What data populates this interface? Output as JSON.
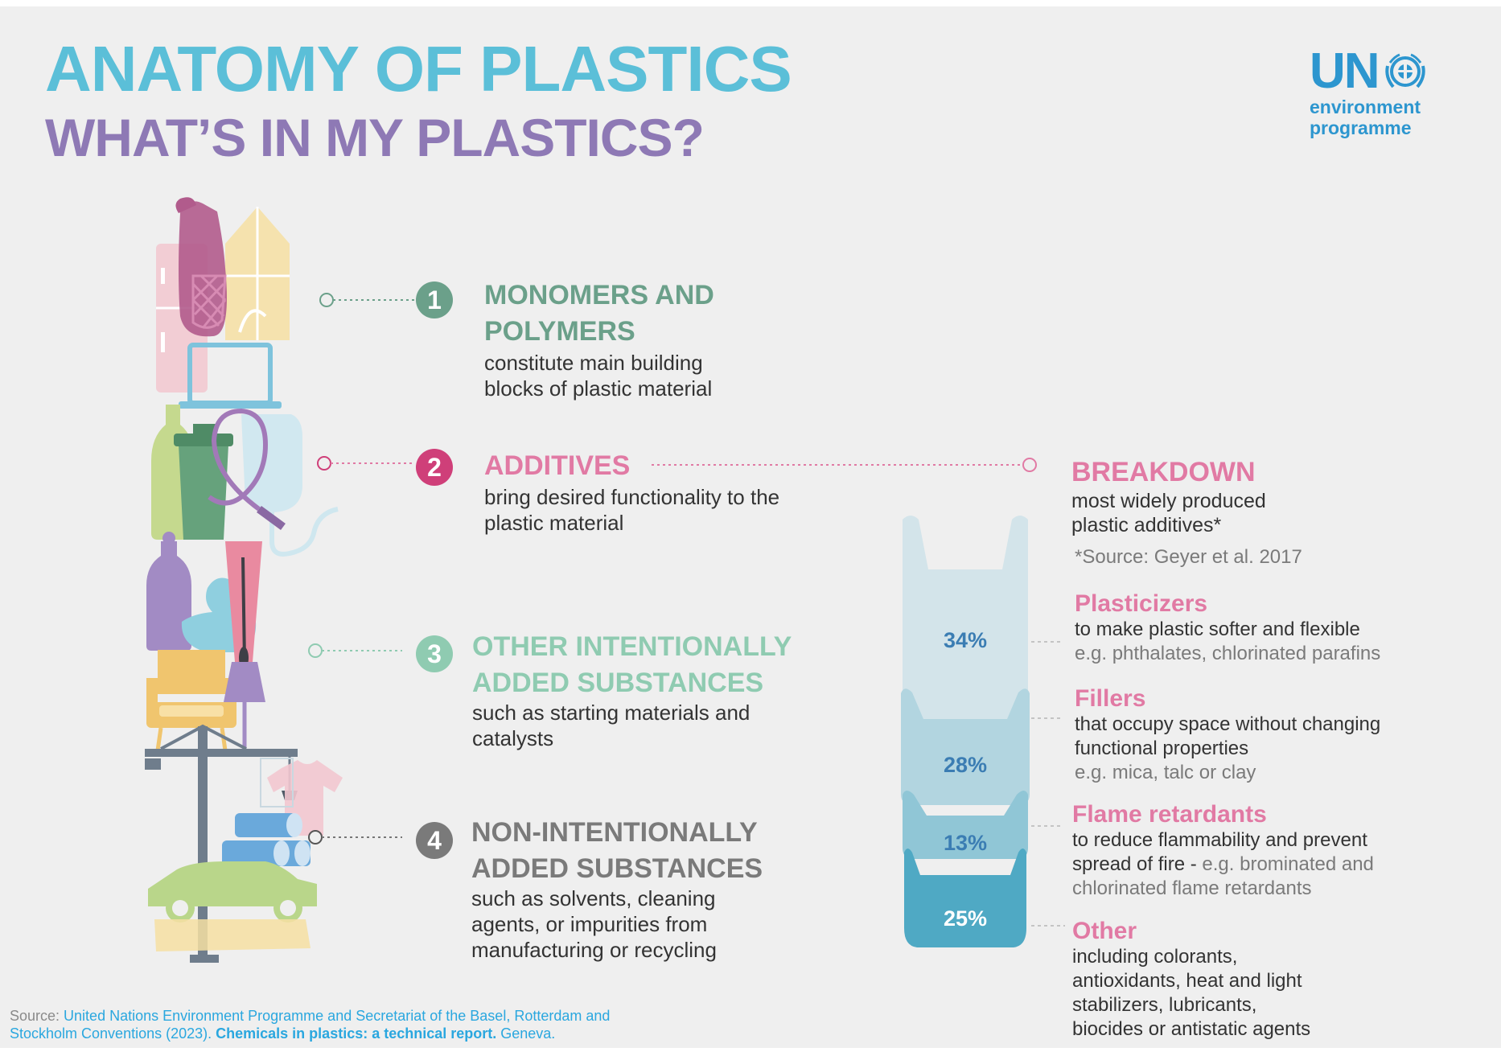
{
  "header": {
    "title": "ANATOMY OF PLASTICS",
    "subtitle": "WHAT’S IN MY PLASTICS?"
  },
  "logo": {
    "un": "UN",
    "line1": "environment",
    "line2": "programme"
  },
  "colors": {
    "title": "#5bbfd8",
    "subtitle": "#8e79b5",
    "monomers": "#6ba08a",
    "additives": "#cf3f79",
    "breakdown": "#e17aa4",
    "other_intentional": "#8fcbb1",
    "non_intentional": "#7a7a7a",
    "logo": "#2d96cf",
    "background": "#efefef"
  },
  "items": [
    {
      "number": "1",
      "title_line1": "MONOMERS AND",
      "title_line2": "POLYMERS",
      "desc_line1": "constitute main building",
      "desc_line2": "blocks of plastic material",
      "desc_line3": ""
    },
    {
      "number": "2",
      "title_line1": "ADDITIVES",
      "title_line2": "",
      "desc_line1": "bring desired functionality to the",
      "desc_line2": "plastic material",
      "desc_line3": ""
    },
    {
      "number": "3",
      "title_line1": "OTHER INTENTIONALLY",
      "title_line2": "ADDED SUBSTANCES",
      "desc_line1": "such as starting materials and",
      "desc_line2": "catalysts",
      "desc_line3": ""
    },
    {
      "number": "4",
      "title_line1": "NON-INTENTIONALLY",
      "title_line2": "ADDED SUBSTANCES",
      "desc_line1": "such as solvents, cleaning",
      "desc_line2": "agents, or impurities from",
      "desc_line3": "manufacturing or recycling"
    }
  ],
  "breakdown": {
    "title": "BREAKDOWN",
    "desc_line1": "most widely produced",
    "desc_line2": "plastic additives*",
    "source": "*Source:  Geyer et al. 2017"
  },
  "additives": [
    {
      "name": "Plasticizers",
      "percent": "34%",
      "line1": "to make plastic softer and flexible",
      "line2": "e.g. phthalates, chlorinated parafins",
      "line3": "",
      "line4": ""
    },
    {
      "name": "Fillers",
      "percent": "28%",
      "line1": "that occupy space without changing",
      "line2": "functional properties",
      "line3": "e.g. mica, talc or clay",
      "line4": ""
    },
    {
      "name": "Flame retardants",
      "percent": "13%",
      "line1": "to reduce flammability and prevent",
      "line2_a": "spread of fire - ",
      "line2_b": "e.g. brominated and",
      "line3": "chlorinated flame retardants",
      "line4": ""
    },
    {
      "name": "Other",
      "percent": "25%",
      "line1": "including colorants,",
      "line2": "antioxidants, heat and light",
      "line3": "stabilizers, lubricants,",
      "line4": "biocides or antistatic agents"
    }
  ],
  "footer": {
    "label": "Source: ",
    "org_line1": "United Nations Environment Programme and Secretariat of the Basel, Rotterdam and",
    "org_line2": "Stockholm Conventions (2023). ",
    "report": "Chemicals in plastics: a technical report.",
    "place": " Geneva."
  }
}
